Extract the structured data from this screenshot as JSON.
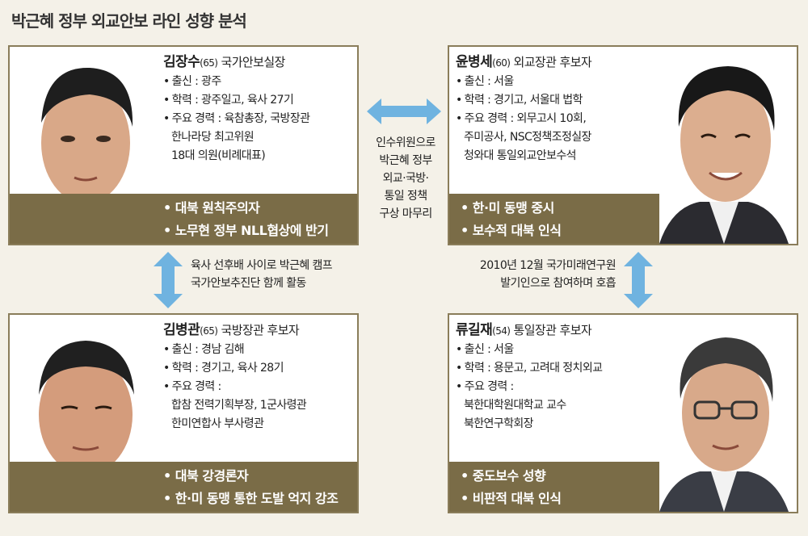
{
  "title": "박근혜 정부 외교안보 라인 성향 분석",
  "cards": {
    "kim_jangsoo": {
      "name": "김장수",
      "age": "(65)",
      "role": "국가안보실장",
      "origin": "출신 : 광주",
      "education": "학력 : 광주일고, 육사 27기",
      "career": [
        "주요 경력 : 육참총장, 국방장관",
        "한나라당 최고위원",
        "18대 의원(비례대표)"
      ],
      "traits": [
        "대북 원칙주의자",
        "노무현 정부 NLL협상에 반기"
      ]
    },
    "yoon_byungse": {
      "name": "윤병세",
      "age": "(60)",
      "role": "외교장관 후보자",
      "origin": "출신 : 서울",
      "education": "학력 : 경기고, 서울대 법학",
      "career": [
        "주요 경력 : 외무고시 10회,",
        "주미공사, NSC정책조정실장",
        "청와대 통일외교안보수석"
      ],
      "traits": [
        "한·미 동맹 중시",
        "보수적 대북 인식"
      ]
    },
    "kim_byunggwan": {
      "name": "김병관",
      "age": "(65)",
      "role": "국방장관 후보자",
      "origin": "출신 : 경남 김해",
      "education": "학력 : 경기고, 육사 28기",
      "career": [
        "주요 경력 :",
        "합참 전력기획부장, 1군사령관",
        "한미연합사 부사령관"
      ],
      "traits": [
        "대북 강경론자",
        "한·미 동맹 통한 도발 억지 강조"
      ]
    },
    "ryu_giljae": {
      "name": "류길재",
      "age": "(54)",
      "role": "통일장관 후보자",
      "origin": "출신 : 서울",
      "education": "학력 : 용문고, 고려대 정치외교",
      "career": [
        "주요 경력 :",
        "북한대학원대학교 교수",
        "북한연구학회장"
      ],
      "traits": [
        "중도보수 성향",
        "비판적 대북 인식"
      ]
    }
  },
  "connectors": {
    "top": [
      "인수위원으로",
      "박근혜 정부",
      "외교·국방·",
      "통일 정책",
      "구상 마무리"
    ],
    "left": [
      "육사 선후배 사이로 박근혜 캠프",
      "국가안보추진단 함께 활동"
    ],
    "right": [
      "2010년 12월 국가미래연구원",
      "발기인으로 참여하며 호흡"
    ]
  },
  "colors": {
    "band": "#7a6c47",
    "border": "#8a7d5a",
    "arrow": "#6fb3e0",
    "background": "#f4f1e8"
  }
}
